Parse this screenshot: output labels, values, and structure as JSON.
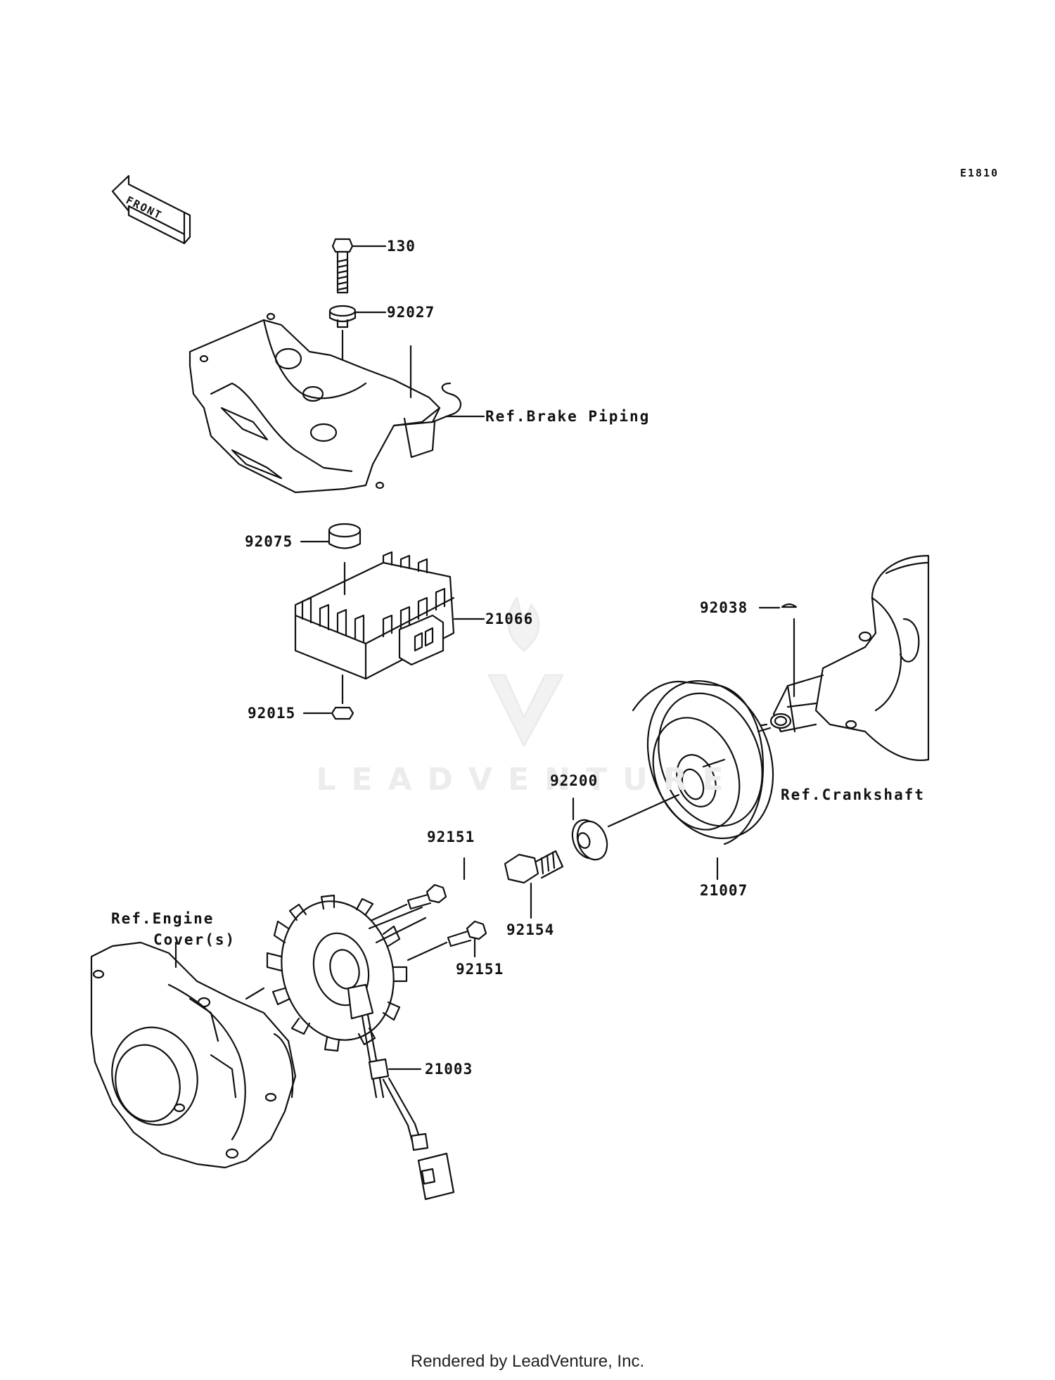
{
  "diagram_id": "E1810",
  "front_label": "FRONT",
  "watermark": "LEADVENTURE",
  "footer": "Rendered by LeadVenture, Inc.",
  "callouts": {
    "p130": "130",
    "p92027": "92027",
    "ref_brake": "Ref.Brake Piping",
    "p92075": "92075",
    "p21066": "21066",
    "p92015": "92015",
    "p92038": "92038",
    "ref_crank": "Ref.Crankshaft",
    "p92200": "92200",
    "p21007": "21007",
    "p92151_top": "92151",
    "p92154": "92154",
    "p92151_bottom": "92151",
    "ref_engine_line1": "Ref.Engine",
    "ref_engine_line2": "Cover(s)",
    "p21003": "21003"
  },
  "colors": {
    "line": "#111111",
    "watermark": "#ececec"
  }
}
